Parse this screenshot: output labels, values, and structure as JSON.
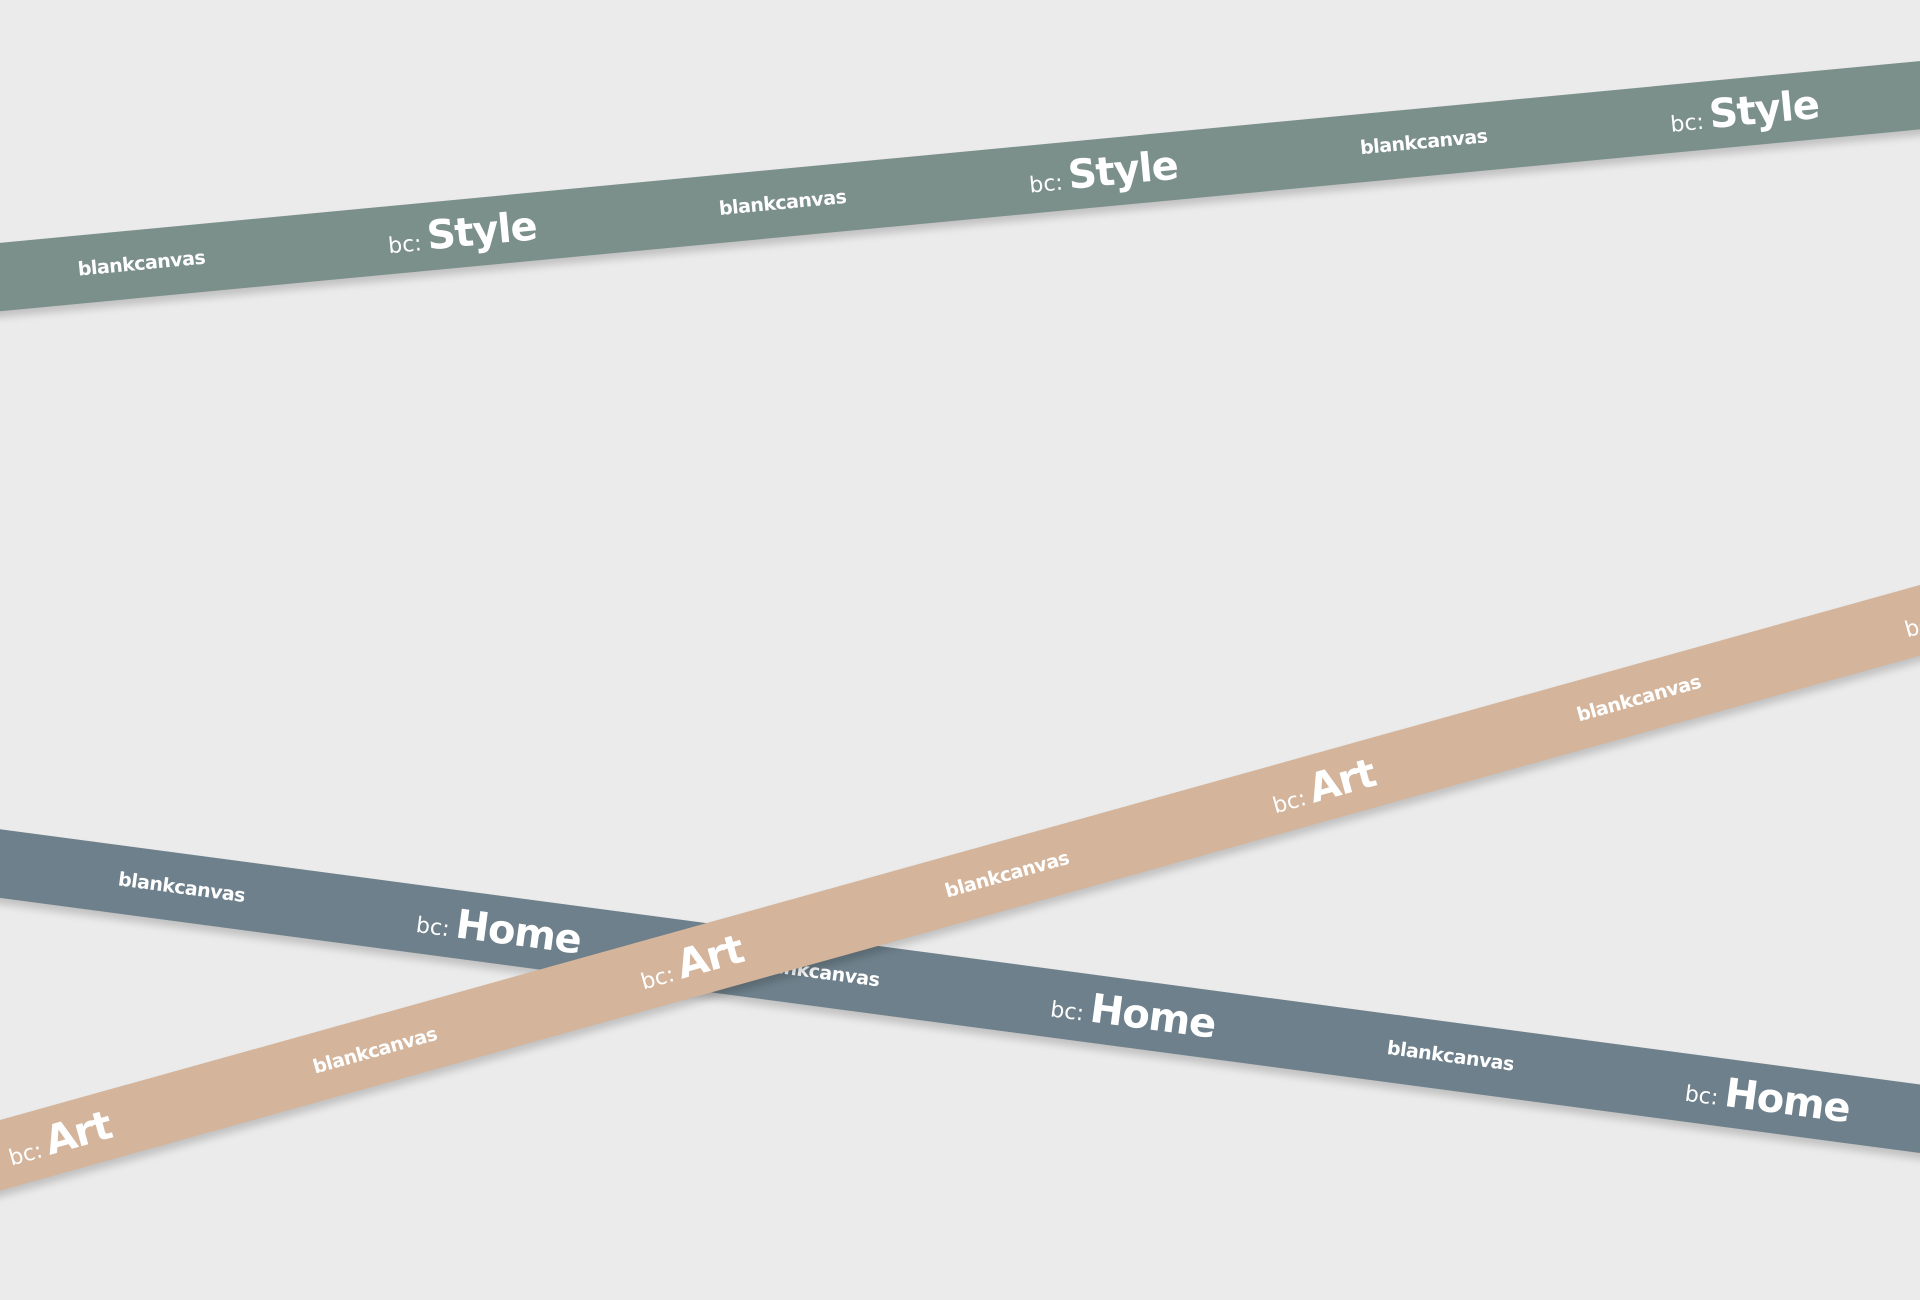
{
  "colors": {
    "background": "#ebebeb",
    "style": "#7b8f8b",
    "home": "#6e808b",
    "art": "#d4b59b",
    "text": "#ffffff"
  },
  "brand": "blankcanvas",
  "prefix": "bc:",
  "ribbons": {
    "style": {
      "label": "Style"
    },
    "home": {
      "label": "Home"
    },
    "art": {
      "label": "Art"
    }
  }
}
